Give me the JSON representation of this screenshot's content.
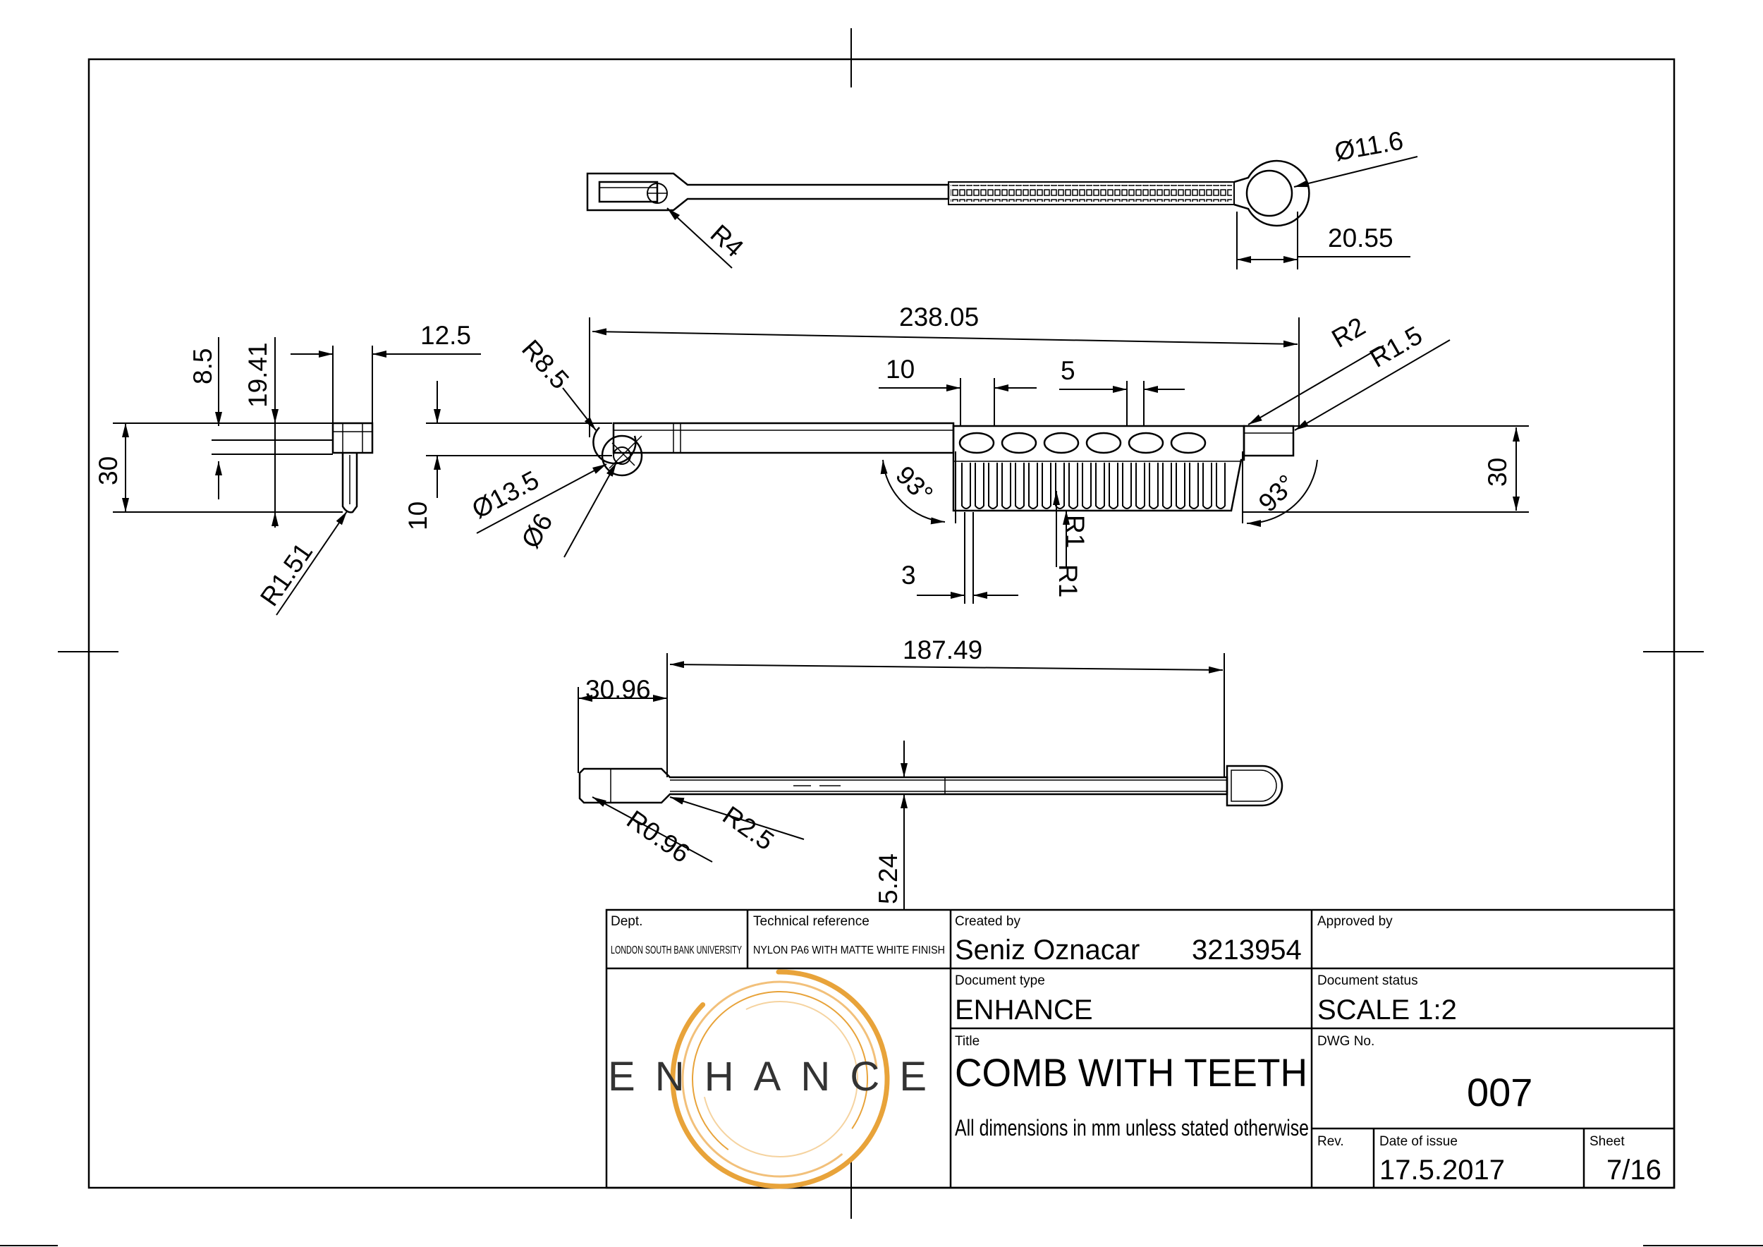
{
  "views": {
    "top": {
      "dims": {
        "dia_ring": "Ø11.6",
        "radius_head": "R4",
        "len_ring": "20.55"
      }
    },
    "side_left": {
      "dims": {
        "h_8_5": "8.5",
        "h_19_41": "19.41",
        "w_12_5": "12.5",
        "h_30": "30",
        "r_1_51": "R1.51"
      }
    },
    "front": {
      "dims": {
        "total_len": "238.05",
        "pitch_10": "10",
        "pitch_5": "5",
        "r_8_5": "R8.5",
        "r_2": "R2",
        "r_1_5": "R1.5",
        "dia_13_5": "Ø13.5",
        "dia_6": "Ø6",
        "h_10": "10",
        "angle_left": "93°",
        "angle_right": "93°",
        "r_1_a": "R1",
        "r_1_b": "R1",
        "w_3": "3",
        "h_30_right": "30"
      }
    },
    "bottom": {
      "dims": {
        "len_187": "187.49",
        "len_30": "30.96",
        "r_0_96": "R0.96",
        "r_2_5": "R2.5",
        "h_5_24": "5.24"
      }
    }
  },
  "title_block": {
    "dept_label": "Dept.",
    "dept_value": "LONDON SOUTH BANK UNIVERSITY",
    "tech_ref_label": "Technical reference",
    "tech_ref_value": "NYLON PA6 WITH MATTE WHITE FINISH",
    "created_by_label": "Created by",
    "created_by_name": "Seniz Oznacar",
    "created_by_id": "3213954",
    "approved_by_label": "Approved by",
    "approved_by_value": "",
    "doc_type_label": "Document type",
    "doc_type_value": "ENHANCE",
    "doc_status_label": "Document status",
    "doc_status_value": "SCALE 1:2",
    "title_label": "Title",
    "title_value": "COMB WITH TEETH",
    "title_note": "All dimensions in mm unless stated otherwise",
    "dwg_no_label": "DWG No.",
    "dwg_no_value": "007",
    "rev_label": "Rev.",
    "rev_value": "",
    "date_label": "Date of issue",
    "date_value": "17.5.2017",
    "sheet_label": "Sheet",
    "sheet_value": "7/16",
    "logo_text": "ENHANCE",
    "logo_color": "#e8a33a"
  }
}
